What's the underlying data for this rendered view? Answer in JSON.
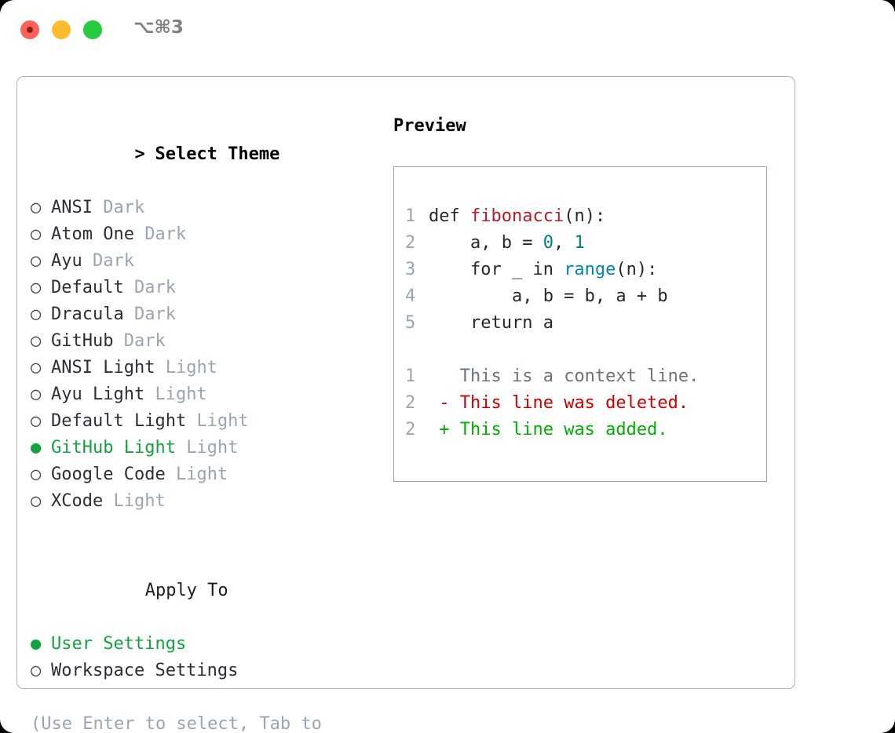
{
  "window": {
    "shortcut": "⌥⌘3",
    "traffic_lights": [
      {
        "name": "close",
        "color": "#ff6259"
      },
      {
        "name": "minimize",
        "color": "#fdbc2e"
      },
      {
        "name": "maximize",
        "color": "#27c93f"
      }
    ]
  },
  "theme_picker": {
    "header_prompt": ">",
    "header_title": "Select Theme",
    "bullet_selected": "●",
    "bullet_unselected": "○",
    "items": [
      {
        "name": "ANSI",
        "variant": "Dark",
        "selected": false
      },
      {
        "name": "Atom One",
        "variant": "Dark",
        "selected": false
      },
      {
        "name": "Ayu",
        "variant": "Dark",
        "selected": false
      },
      {
        "name": "Default",
        "variant": "Dark",
        "selected": false
      },
      {
        "name": "Dracula",
        "variant": "Dark",
        "selected": false
      },
      {
        "name": "GitHub",
        "variant": "Dark",
        "selected": false
      },
      {
        "name": "ANSI Light",
        "variant": "Light",
        "selected": false
      },
      {
        "name": "Ayu Light",
        "variant": "Light",
        "selected": false
      },
      {
        "name": "Default Light",
        "variant": "Light",
        "selected": false
      },
      {
        "name": "GitHub Light",
        "variant": "Light",
        "selected": true
      },
      {
        "name": "Google Code",
        "variant": "Light",
        "selected": false
      },
      {
        "name": "XCode",
        "variant": "Light",
        "selected": false
      }
    ]
  },
  "apply_to": {
    "title": "Apply To",
    "items": [
      {
        "label": "User Settings",
        "selected": true
      },
      {
        "label": "Workspace Settings",
        "selected": false
      }
    ]
  },
  "hint": {
    "text": "(Use Enter to select, Tab to change focus)"
  },
  "preview": {
    "title": "Preview",
    "code_lines": [
      {
        "no": "1",
        "segments": [
          {
            "t": "def ",
            "c": "plain"
          },
          {
            "t": "fibonacci",
            "c": "fn"
          },
          {
            "t": "(n):",
            "c": "plain"
          }
        ]
      },
      {
        "no": "2",
        "segments": [
          {
            "t": "    a, b = ",
            "c": "plain"
          },
          {
            "t": "0",
            "c": "num"
          },
          {
            "t": ", ",
            "c": "plain"
          },
          {
            "t": "1",
            "c": "num"
          }
        ]
      },
      {
        "no": "3",
        "segments": [
          {
            "t": "    for _ in ",
            "c": "plain"
          },
          {
            "t": "range",
            "c": "builtin"
          },
          {
            "t": "(n):",
            "c": "plain"
          }
        ]
      },
      {
        "no": "4",
        "segments": [
          {
            "t": "        a, b = b, a + b",
            "c": "plain"
          }
        ]
      },
      {
        "no": "5",
        "segments": [
          {
            "t": "    return a",
            "c": "plain"
          }
        ]
      }
    ],
    "diff_lines": [
      {
        "no": "1",
        "marker": " ",
        "text": " This is a context line.",
        "kind": "ctx"
      },
      {
        "no": "2",
        "marker": "-",
        "text": " This line was deleted.",
        "kind": "del"
      },
      {
        "no": "2",
        "marker": "+",
        "text": " This line was added.",
        "kind": "add"
      }
    ]
  },
  "colors": {
    "accent_green": "#12a23e",
    "muted": "#9aa5b1",
    "border": "#a8b2c1",
    "syntax_function": "#b31d28",
    "syntax_number": "#007d7d",
    "syntax_builtin": "#0086b3",
    "diff_added": "#00b000",
    "diff_deleted": "#cc0000"
  }
}
